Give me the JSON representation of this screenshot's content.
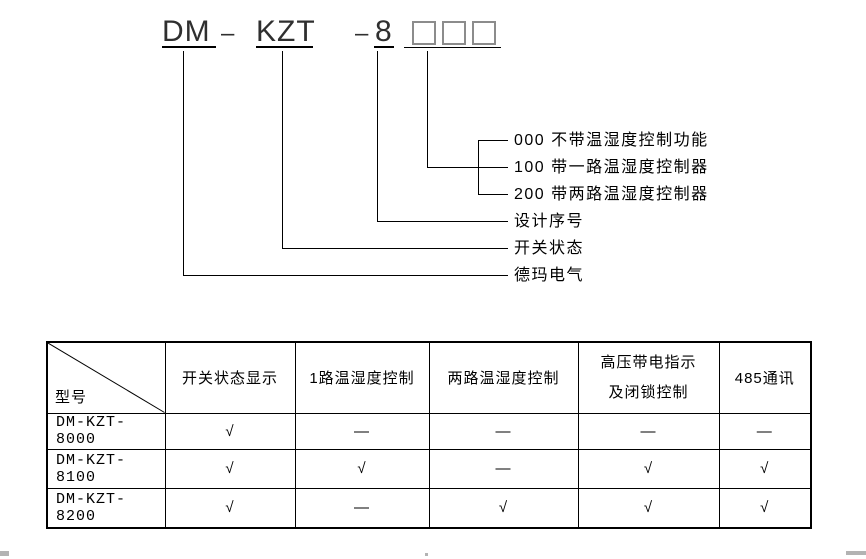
{
  "model_code": {
    "prefix": "DM",
    "middle": "KZT",
    "series": "8",
    "dash": "–",
    "box_count": 3
  },
  "callouts": {
    "option_000": "000 不带温湿度控制功能",
    "option_100": "100 带一路温湿度控制器",
    "option_200": "200 带两路温湿度控制器",
    "design_serial": "设计序号",
    "switch_state": "开关状态",
    "brand": "德玛电气"
  },
  "table": {
    "corner_label": "型号",
    "headers": {
      "col1": "开关状态显示",
      "col2": "1路温湿度控制",
      "col3": "两路温湿度控制",
      "col4_line1": "高压带电指示",
      "col4_line2": "及闭锁控制",
      "col5": "485通讯"
    },
    "rows": [
      {
        "model": "DM-KZT-8000",
        "values": [
          "√",
          "—",
          "—",
          "—",
          "—"
        ]
      },
      {
        "model": "DM-KZT-8100",
        "values": [
          "√",
          "√",
          "—",
          "√",
          "√"
        ]
      },
      {
        "model": "DM-KZT-8200",
        "values": [
          "√",
          "—",
          "√",
          "√",
          "√"
        ]
      }
    ]
  },
  "colors": {
    "line": "#000000",
    "box_border": "#8c8c8c",
    "code_text": "#2f2f2f",
    "background": "#ffffff"
  }
}
